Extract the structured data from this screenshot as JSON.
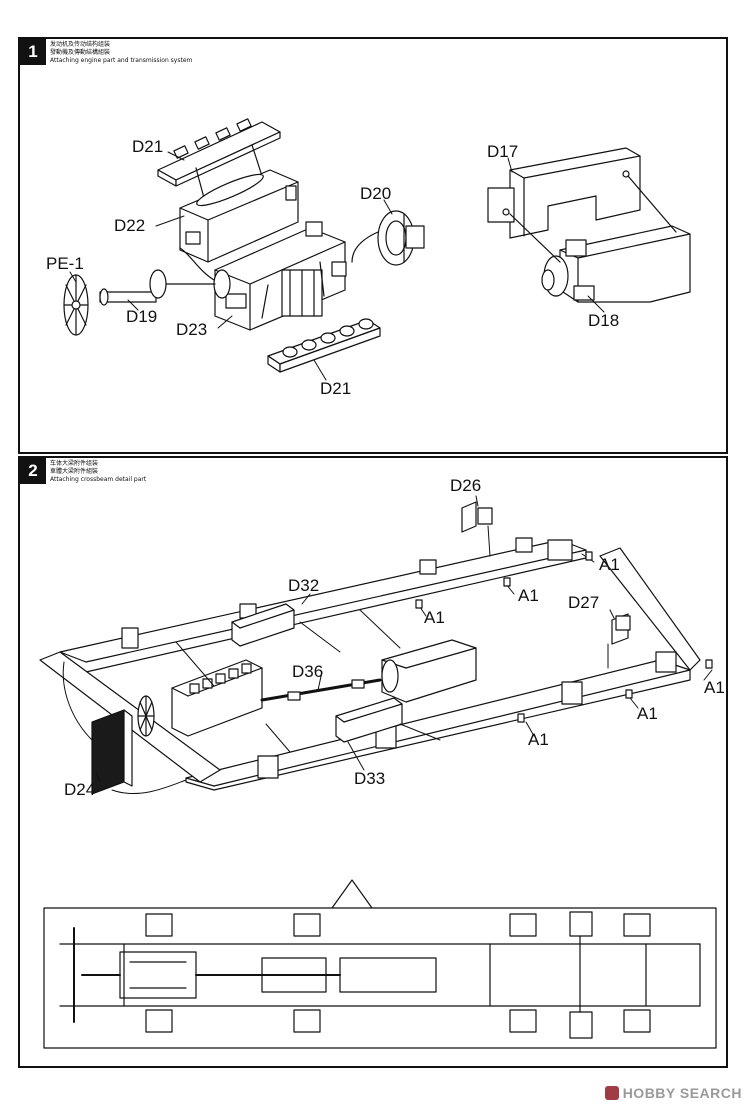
{
  "steps": [
    {
      "number": "1",
      "caption_zh_simplified": "发动机及传动结构组装",
      "caption_zh_traditional": "發動機及傳動結構組裝",
      "caption_en": "Attaching engine part and transmission system"
    },
    {
      "number": "2",
      "caption_zh_simplified": "车体大梁附件组装",
      "caption_zh_traditional": "車體大梁附件組裝",
      "caption_en": "Attaching crossbeam detail part"
    }
  ],
  "step1_labels": {
    "d21_top": "D21",
    "d22": "D22",
    "d20": "D20",
    "pe1": "PE-1",
    "d19": "D19",
    "d23": "D23",
    "d21_bottom": "D21",
    "d17": "D17",
    "d18": "D18"
  },
  "step2_labels": {
    "d26": "D26",
    "a1_1": "A1",
    "a1_2": "A1",
    "d32": "D32",
    "a1_3": "A1",
    "d27": "D27",
    "d36": "D36",
    "a1_4": "A1",
    "a1_5": "A1",
    "a1_6": "A1",
    "d24": "D24",
    "d33": "D33"
  },
  "watermark": "HOBBY SEARCH"
}
